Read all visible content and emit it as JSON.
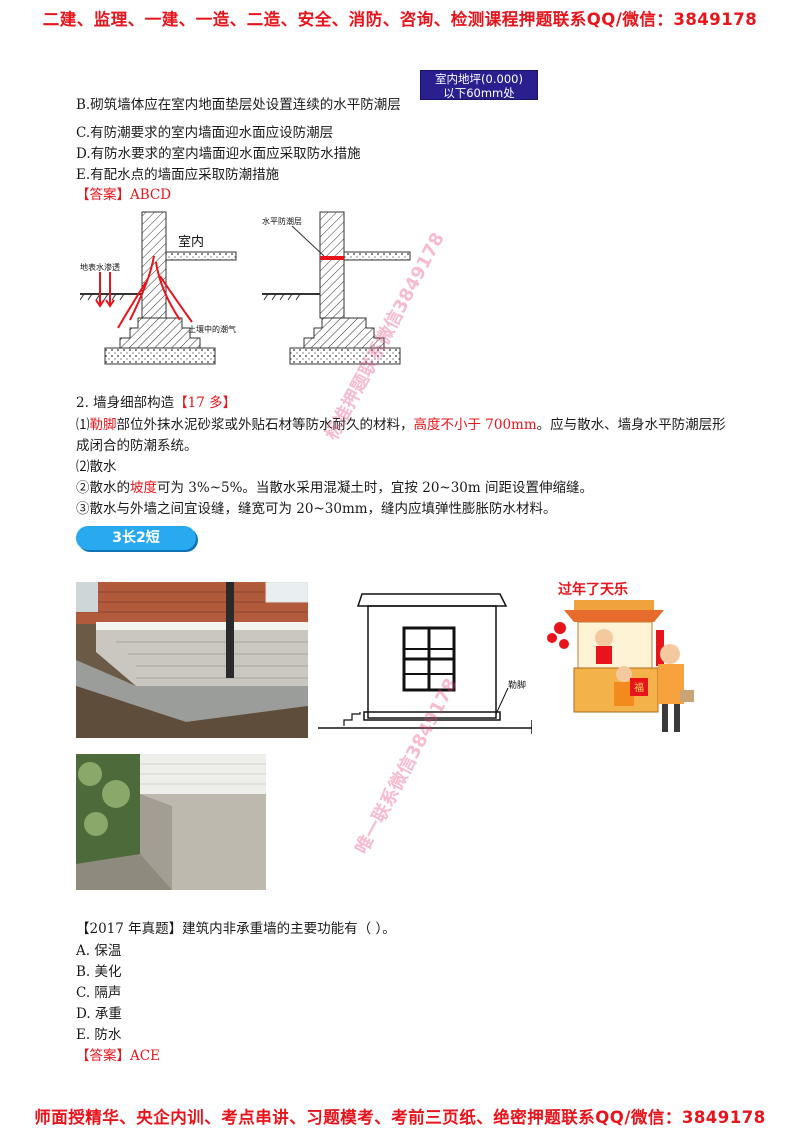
{
  "header_banner": "二建、监理、一建、一造、二造、安全、消防、咨询、检测课程押题联系QQ/微信：3849178",
  "footer_banner": "师面授精华、央企内训、考点串讲、习题模考、考前三页纸、绝密押题联系QQ/微信：3849178",
  "tag_label": {
    "line1": "室内地坪(0.000)",
    "line2": "以下60mm处"
  },
  "options_top": [
    "B.砌筑墙体应在室内地面垫层处设置连续的水平防潮层",
    "C.有防潮要求的室内墙面迎水面应设防潮层",
    "D.有防水要求的室内墙面迎水面应采取防水措施",
    "E.有配水点的墙面应采取防潮措施"
  ],
  "answer1": "【答案】ABCD",
  "diagram_labels": {
    "indoor": "室内",
    "surface_water": "地表水渗透",
    "soil_moisture": "土壤中的潮气",
    "damp_course": "水平防潮层"
  },
  "section2": {
    "title": "2. 墙身细部构造",
    "tag": "【17 多】"
  },
  "item1": {
    "prefix": "⑴",
    "term": "勒脚",
    "text_a": "部位外抹水泥砂浆或外贴石材等防水耐久的材料，",
    "highlight": "高度不小于 700mm",
    "text_b": "。应与散水、墙身水平防潮层形",
    "line2": "成闭合的防潮系统。"
  },
  "item2": "⑵散水",
  "item2a": {
    "prefix": "②散水的",
    "term": "坡度",
    "rest": "可为 3%~5%。当散水采用混凝土时，宜按 20~30m 间距设置伸缩缝。"
  },
  "item2b": "③散水与外墙之间宜设缝，缝宽可为 20~30mm，缝内应填弹性膨胀防水材料。",
  "badge": "3长2短",
  "plinth_label": "勒脚",
  "cartoon_title": "过年了天乐",
  "cartoon_sign": "福",
  "watermark1": "标准押题联系微信3849178",
  "watermark2": "唯一联系微信3849178",
  "question": "【2017 年真题】建筑内非承重墙的主要功能有（     ）。",
  "choices": [
    "A.  保温",
    "B.  美化",
    "C.  隔声",
    "D.  承重",
    "E.  防水"
  ],
  "answer2": "【答案】ACE",
  "colors": {
    "red": "#e8141c",
    "blue_badge": "#28a9f0",
    "tag_bg": "#2a1f8e"
  }
}
